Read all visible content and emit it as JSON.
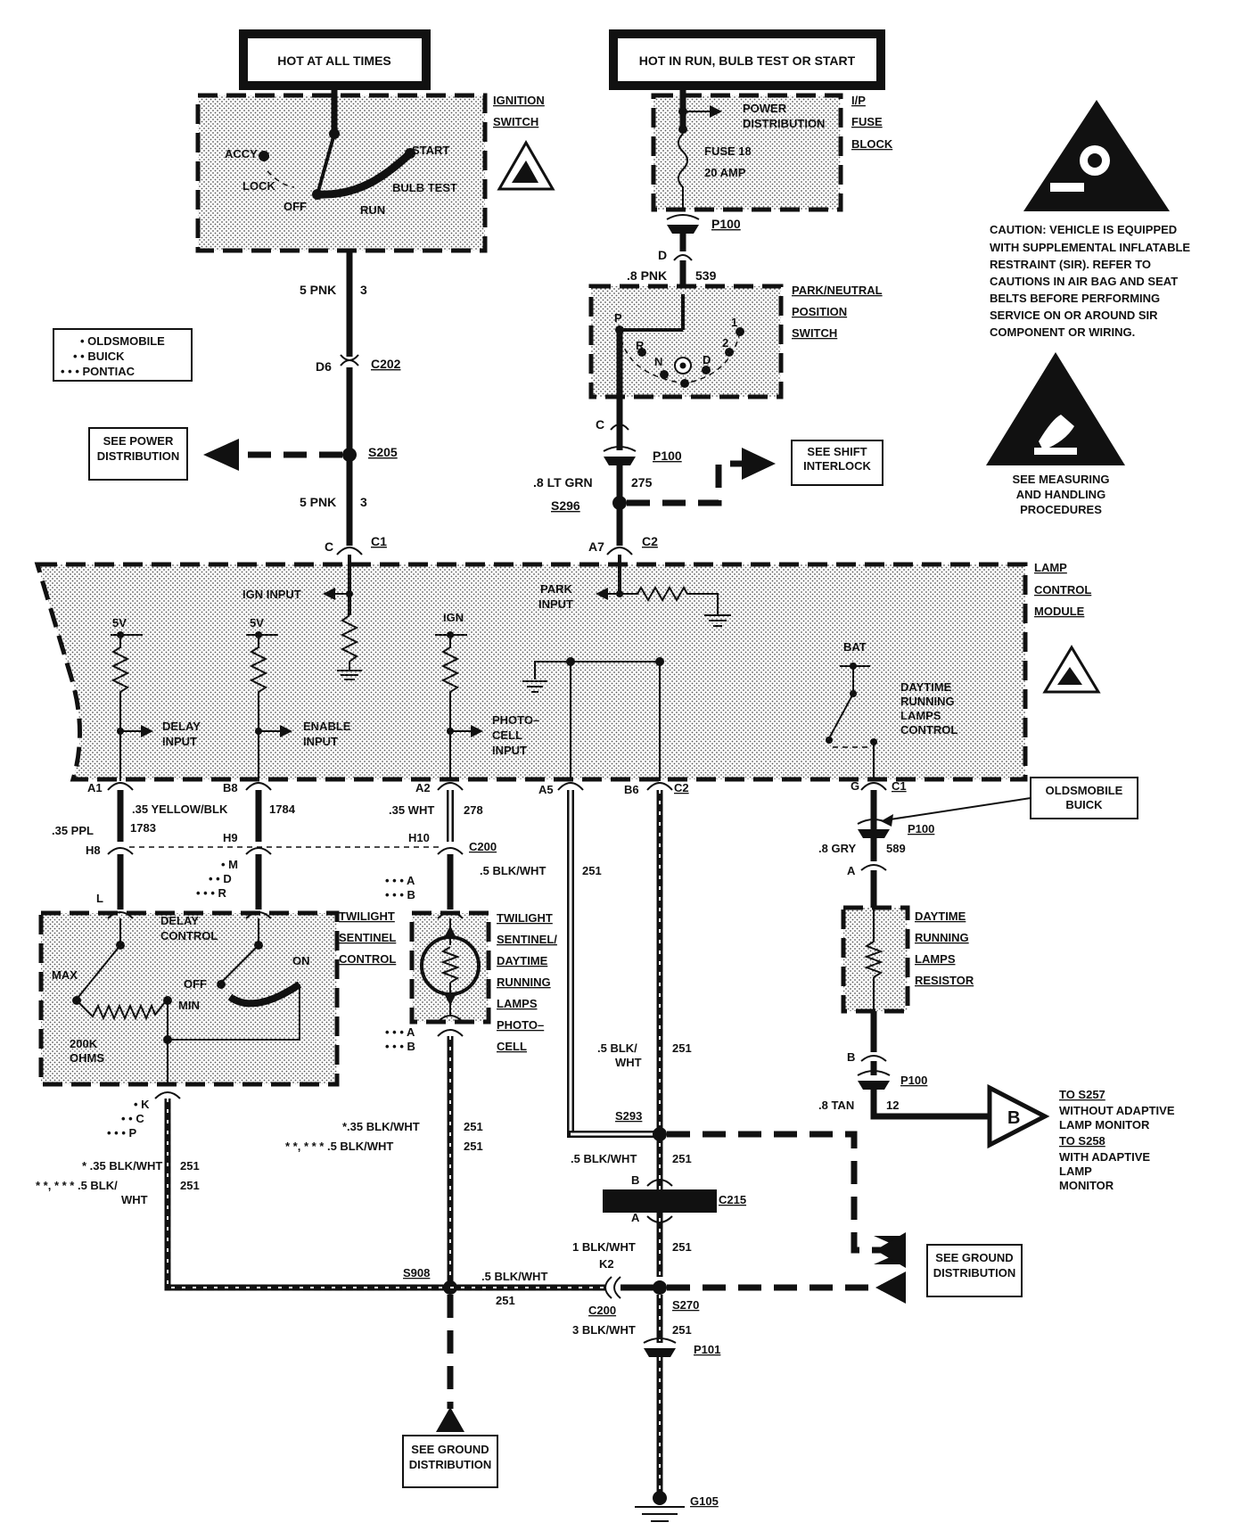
{
  "headers": {
    "hot_all": "HOT AT ALL TIMES",
    "hot_run": "HOT IN RUN, BULB TEST OR START"
  },
  "legend": {
    "olds": "• OLDSMOBILE",
    "buick": "• • BUICK",
    "pontiac": "• • • PONTIAC"
  },
  "ignition": {
    "label1": "IGNITION",
    "label2": "SWITCH",
    "accy": "ACCY",
    "lock": "LOCK",
    "off": "OFF",
    "start": "START",
    "bulb_test": "BULB TEST",
    "run": "RUN"
  },
  "fuse_block": {
    "label1": "I/P",
    "label2": "FUSE",
    "label3": "BLOCK",
    "power1": "POWER",
    "power2": "DISTRIBUTION",
    "fuse": "FUSE 18",
    "amp": "20 AMP"
  },
  "caution": {
    "l1": "CAUTION: VEHICLE IS EQUIPPED",
    "l2": "WITH SUPPLEMENTAL INFLATABLE",
    "l3": "RESTRAINT (SIR). REFER TO",
    "l4": "CAUTIONS IN AIR BAG AND SEAT",
    "l5": "BELTS BEFORE PERFORMING",
    "l6": "SERVICE ON OR AROUND SIR",
    "l7": "COMPONENT OR WIRING."
  },
  "esd": {
    "l1": "SEE MEASURING",
    "l2": "AND HANDLING",
    "l3": "PROCEDURES"
  },
  "wires": {
    "pnk5a": "5 PNK",
    "c3a": "3",
    "pnk5b": "5 PNK",
    "c3b": "3",
    "pnk8": ".8 PNK",
    "c539": "539",
    "ltgrn": ".8 LT GRN",
    "c275": "275",
    "ppl": ".35 PPL",
    "c1783": "1783",
    "yel": ".35 YELLOW/BLK",
    "c1784": "1784",
    "wht": ".35 WHT",
    "c278": "278",
    "bw1": ".5 BLK/WHT",
    "c251a": "251",
    "gry": ".8 GRY",
    "c589": "589",
    "bw2a": ".5 BLK/",
    "bw2b": "WHT",
    "c251b": "251",
    "tan": ".8 TAN",
    "c12": "12",
    "bw3": "*.35 BLK/WHT",
    "c251c": "251",
    "bw4": "* *, * * * .5 BLK/WHT",
    "c251d": "251",
    "bw5": "* .35 BLK/WHT",
    "c251e": "251",
    "bw6a": "* *, * * * .5 BLK/",
    "bw6b": "WHT",
    "c251f": "251",
    "bw7": ".5 BLK/WHT",
    "c251g": "251",
    "bw8": ".5 BLK/WHT",
    "c251h": "251",
    "bw9": "1 BLK/WHT",
    "c251i": "251",
    "bw10": "3 BLK/WHT",
    "c251j": "251"
  },
  "connectors": {
    "p100a": "P100",
    "d": "D",
    "d6": "D6",
    "c202": "C202",
    "s205": "S205",
    "c": "C",
    "p100b": "P100",
    "s296": "S296",
    "c1a": "C",
    "c1": "C1",
    "a7": "A7",
    "c2": "C2",
    "a1": "A1",
    "b8": "B8",
    "a2": "A2",
    "a5": "A5",
    "b6": "B6",
    "c2b": "C2",
    "g": "G",
    "c1b": "C1",
    "h8": "H8",
    "h9": "H9",
    "h10": "H10",
    "c200": "C200",
    "l": "L",
    "m": "• M",
    "dd": "• • D",
    "r": "• • • R",
    "a_top": "• • • A",
    "b_top": "• • • B",
    "a_bot": "• • • A",
    "b_bot": "• • • B",
    "k": "• K",
    "cc": "• • C",
    "p": "• • • P",
    "p100c": "P100",
    "a_conn": "A",
    "b_conn": "B",
    "p100d": "P100",
    "s293": "S293",
    "b215": "B",
    "c215": "C215",
    "a215": "A",
    "s908": "S908",
    "k2": "K2",
    "c200b": "C200",
    "s270": "S270",
    "p101": "P101",
    "g105": "G105"
  },
  "park_switch": {
    "l1": "PARK/NEUTRAL",
    "l2": "POSITION",
    "l3": "SWITCH",
    "p": "P",
    "r": "R",
    "n": "N",
    "d": "D",
    "one": "1",
    "two": "2"
  },
  "refs": {
    "power_dist1": "SEE POWER",
    "power_dist2": "DISTRIBUTION",
    "shift1": "SEE SHIFT",
    "shift2": "INTERLOCK",
    "gnd1a": "SEE GROUND",
    "gnd1b": "DISTRIBUTION",
    "gnd2a": "SEE GROUND",
    "gnd2b": "DISTRIBUTION",
    "olds_buick1": "OLDSMOBILE",
    "olds_buick2": "BUICK",
    "to_s257": "TO S257",
    "without": "WITHOUT ADAPTIVE",
    "lamp_mon": "LAMP MONITOR",
    "to_s258": "TO S258",
    "with": "WITH ADAPTIVE",
    "lamp": "LAMP",
    "monitor": "MONITOR",
    "b_tri": "B"
  },
  "lcm": {
    "l1": "LAMP",
    "l2": "CONTROL",
    "l3": "MODULE",
    "ign_input": "IGN INPUT",
    "park1": "PARK",
    "park2": "INPUT",
    "v5a": "5V",
    "v5b": "5V",
    "ign": "IGN",
    "bat": "BAT",
    "delay1": "DELAY",
    "delay2": "INPUT",
    "enable1": "ENABLE",
    "enable2": "INPUT",
    "photo1": "PHOTO–",
    "photo2": "CELL",
    "photo3": "INPUT",
    "drl1": "DAYTIME",
    "drl2": "RUNNING",
    "drl3": "LAMPS",
    "drl4": "CONTROL"
  },
  "twilight": {
    "l1": "TWILIGHT",
    "l2": "SENTINEL",
    "l3": "CONTROL",
    "delay": "DELAY",
    "control": "CONTROL",
    "max": "MAX",
    "off": "OFF",
    "on": "ON",
    "min": "MIN",
    "ohms1": "200K",
    "ohms2": "OHMS"
  },
  "photocell": {
    "l1": "TWILIGHT",
    "l2": "SENTINEL/",
    "l3": "DAYTIME",
    "l4": "RUNNING",
    "l5": "LAMPS",
    "l6": "PHOTO–",
    "l7": "CELL"
  },
  "drl_resistor": {
    "l1": "DAYTIME",
    "l2": "RUNNING",
    "l3": "LAMPS",
    "l4": "RESISTOR"
  }
}
